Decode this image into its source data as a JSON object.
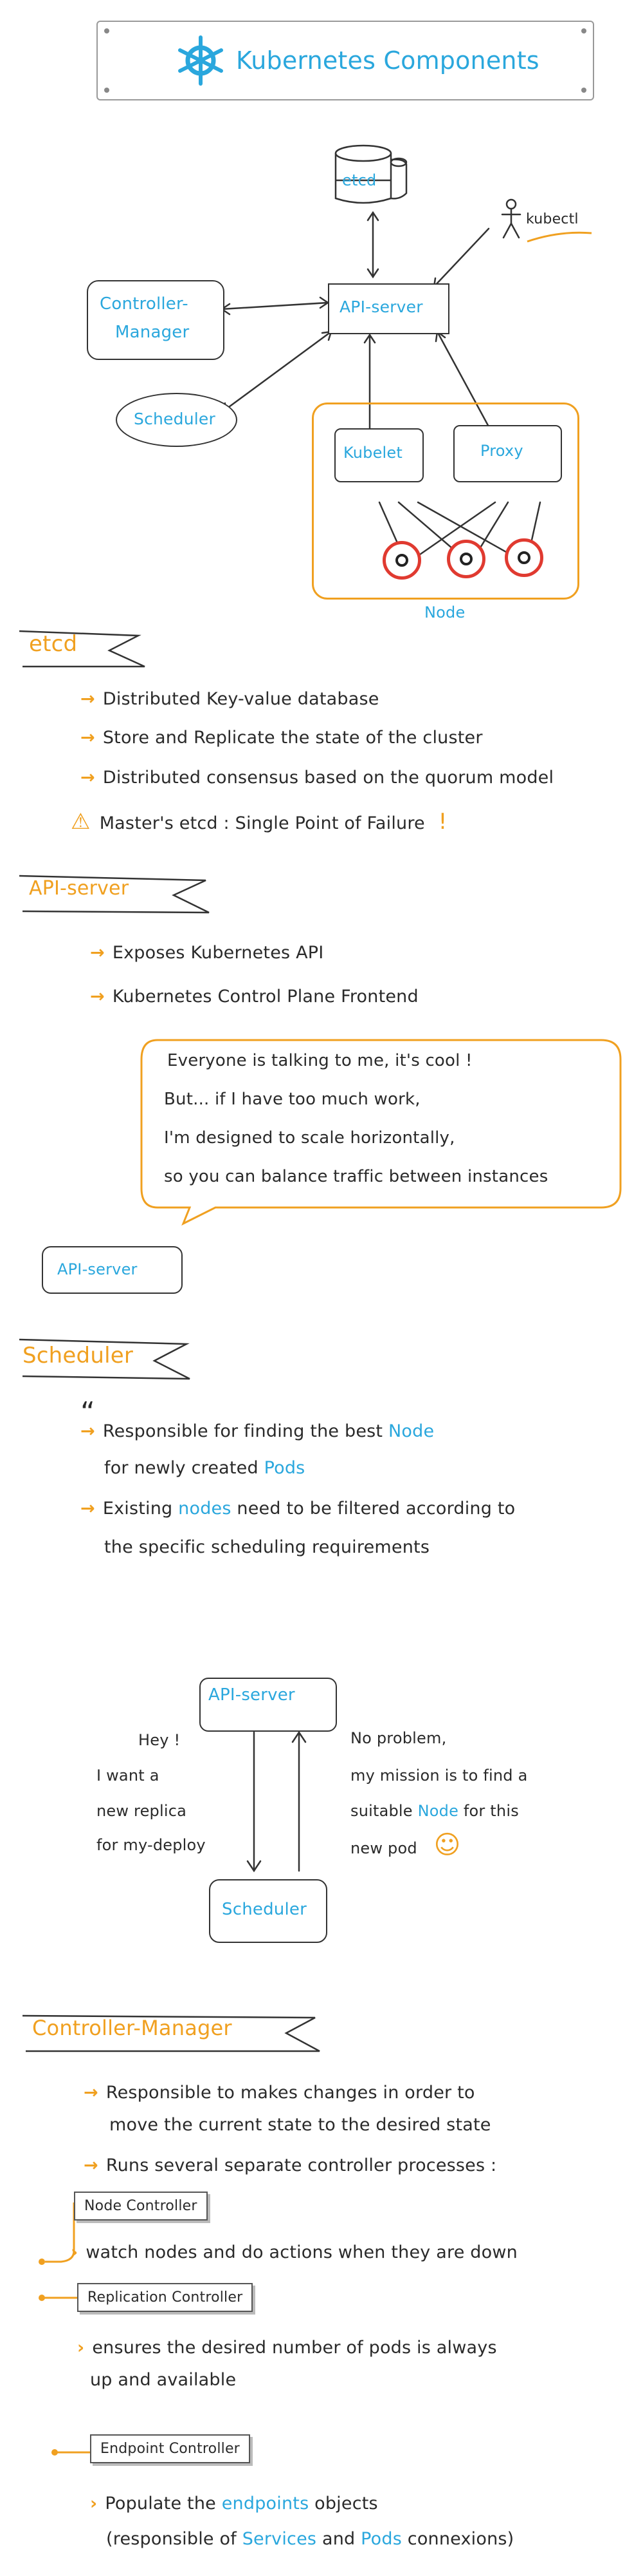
{
  "header": {
    "title": "Kubernetes Components"
  },
  "diagram": {
    "etcd": "etcd",
    "kubectl": "kubectl",
    "controller_manager_line1": "Controller-",
    "controller_manager_line2": "Manager",
    "api_server": "API-server",
    "scheduler": "Scheduler",
    "kubelet": "Kubelet",
    "proxy": "Proxy",
    "node": "Node"
  },
  "etcd_section": {
    "title": "etcd",
    "bullets": [
      "Distributed Key-value database",
      "Store and Replicate the state of the cluster",
      "Distributed consensus based on the quorum model"
    ],
    "warning": "Master's etcd : Single Point of Failure",
    "warning_mark": "!"
  },
  "api_section": {
    "title": "API-server",
    "bullets": [
      "Exposes Kubernetes API",
      "Kubernetes Control Plane Frontend"
    ],
    "speech": [
      "Everyone is talking to me, it's cool !",
      "But... if I have too much work,",
      "I'm designed to scale horizontally,",
      "so you can balance traffic between instances"
    ],
    "badge": "API-server"
  },
  "scheduler_section": {
    "title": "Scheduler",
    "quote_mark": "“",
    "bullet1_a": "Responsible for finding the best ",
    "bullet1_node": "Node",
    "bullet1_b": "for newly created ",
    "bullet1_pods": "Pods",
    "bullet2_a": "Existing ",
    "bullet2_nodes": "nodes",
    "bullet2_b": " need to be filtered according to",
    "bullet2_c": "the specific scheduling requirements",
    "api_box": "API-server",
    "scheduler_box": "Scheduler",
    "left_speech": [
      "Hey !",
      "I want a",
      "new replica",
      "for my-deploy"
    ],
    "right_speech_1": "No problem,",
    "right_speech_2": "my mission is to find a",
    "right_speech_3a": "suitable ",
    "right_speech_3_node": "Node",
    "right_speech_3b": " for this",
    "right_speech_4": "new pod",
    "smile": "☺"
  },
  "cm_section": {
    "title": "Controller-Manager",
    "bullet1_a": "Responsible to makes changes in order to",
    "bullet1_b": "move the current state to the desired state",
    "bullet2": "Runs several separate controller processes :",
    "controllers": [
      {
        "name": "Node Controller",
        "desc": [
          "watch nodes and do actions when they are down"
        ]
      },
      {
        "name": "Replication Controller",
        "desc": [
          "ensures the desired number of pods is always",
          "up and available"
        ]
      },
      {
        "name": "Endpoint Controller",
        "desc_a": "Populate the ",
        "desc_endpoints": "endpoints",
        "desc_b": " objects",
        "desc2_a": "(responsible of ",
        "desc2_services": "Services",
        "desc2_and": " and ",
        "desc2_pods": "Pods",
        "desc2_b": " connexions)"
      }
    ]
  },
  "colors": {
    "accent_blue": "#2aa7dd",
    "accent_orange": "#f0a020",
    "pod_red": "#e03a30",
    "ink": "#2a2a2a"
  }
}
